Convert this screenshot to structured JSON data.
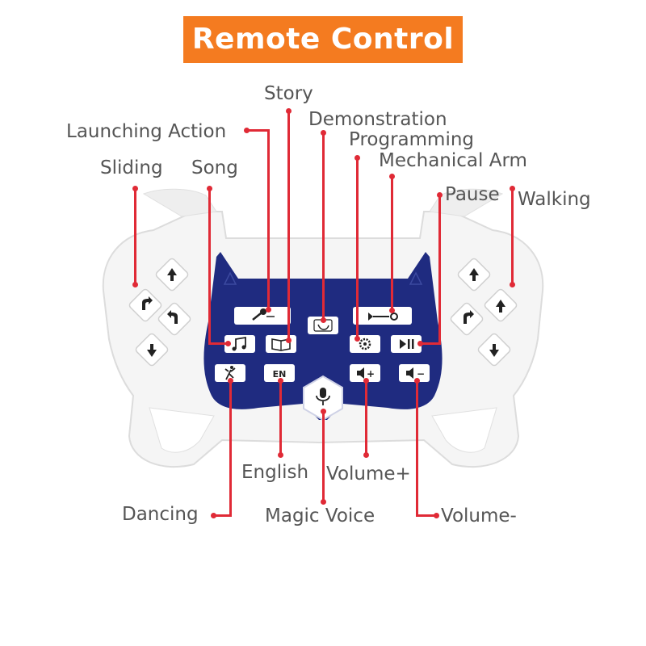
{
  "title": "Remote Control",
  "labels": {
    "story": "Story",
    "launching_action": "Launching Action",
    "demonstration": "Demonstration",
    "programming": "Programming",
    "sliding": "Sliding",
    "song": "Song",
    "mechanical_arm": "Mechanical Arm",
    "pause": "Pause",
    "walking": "Walking",
    "english": "English",
    "volume_up": "Volume+",
    "dancing": "Dancing",
    "magic_voice": "Magic Voice",
    "volume_down": "Volume-"
  },
  "button_text": {
    "english": "EN",
    "volume_up": "+",
    "volume_down": "−"
  },
  "colors": {
    "title_bg": "#f47b20",
    "title_text": "#ffffff",
    "label_text": "#555555",
    "leader": "#e02a36",
    "panel": "#1f2b80",
    "body": "#f4f4f4",
    "button": "#ffffff"
  },
  "icons": {
    "sliding_arrows": [
      "arrow-up-icon",
      "arrow-turn-left-icon",
      "arrow-turn-right-icon",
      "arrow-down-icon"
    ],
    "walking_arrows": [
      "arrow-up-icon",
      "arrow-turn-left-icon",
      "arrow-turn-right-icon",
      "arrow-down-icon"
    ],
    "launching_action": "microphone-key-icon",
    "demonstration": "demo-icon",
    "programming": "key-icon",
    "song": "music-note-icon",
    "story": "book-icon",
    "mechanical_arm": "gear-icon",
    "pause": "play-pause-icon",
    "dancing": "dancer-icon",
    "magic_voice": "microphone-icon"
  }
}
